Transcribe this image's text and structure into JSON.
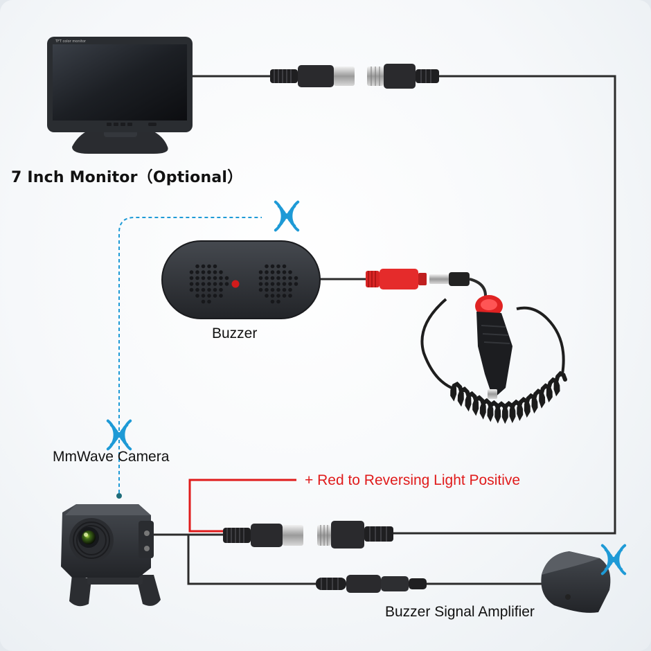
{
  "labels": {
    "monitor": "7 Inch Monitor（Optional）",
    "monitor_screen_caption": "TFT color monitor",
    "buzzer": "Buzzer",
    "camera": "MmWave Camera",
    "amplifier": "Buzzer Signal Amplifier",
    "red_wire": "+ Red to Reversing Light Positive"
  },
  "colors": {
    "wire": "#2b2b2b",
    "red_wire": "#e01b1b",
    "wireless_link": "#1e9ad6",
    "signal_icon": "#1e9ad6",
    "device_body": "#2f3236",
    "red_connector": "#e52b2b"
  },
  "icons": [
    "signal-icon-buzzer",
    "signal-icon-camera",
    "signal-icon-amplifier"
  ]
}
